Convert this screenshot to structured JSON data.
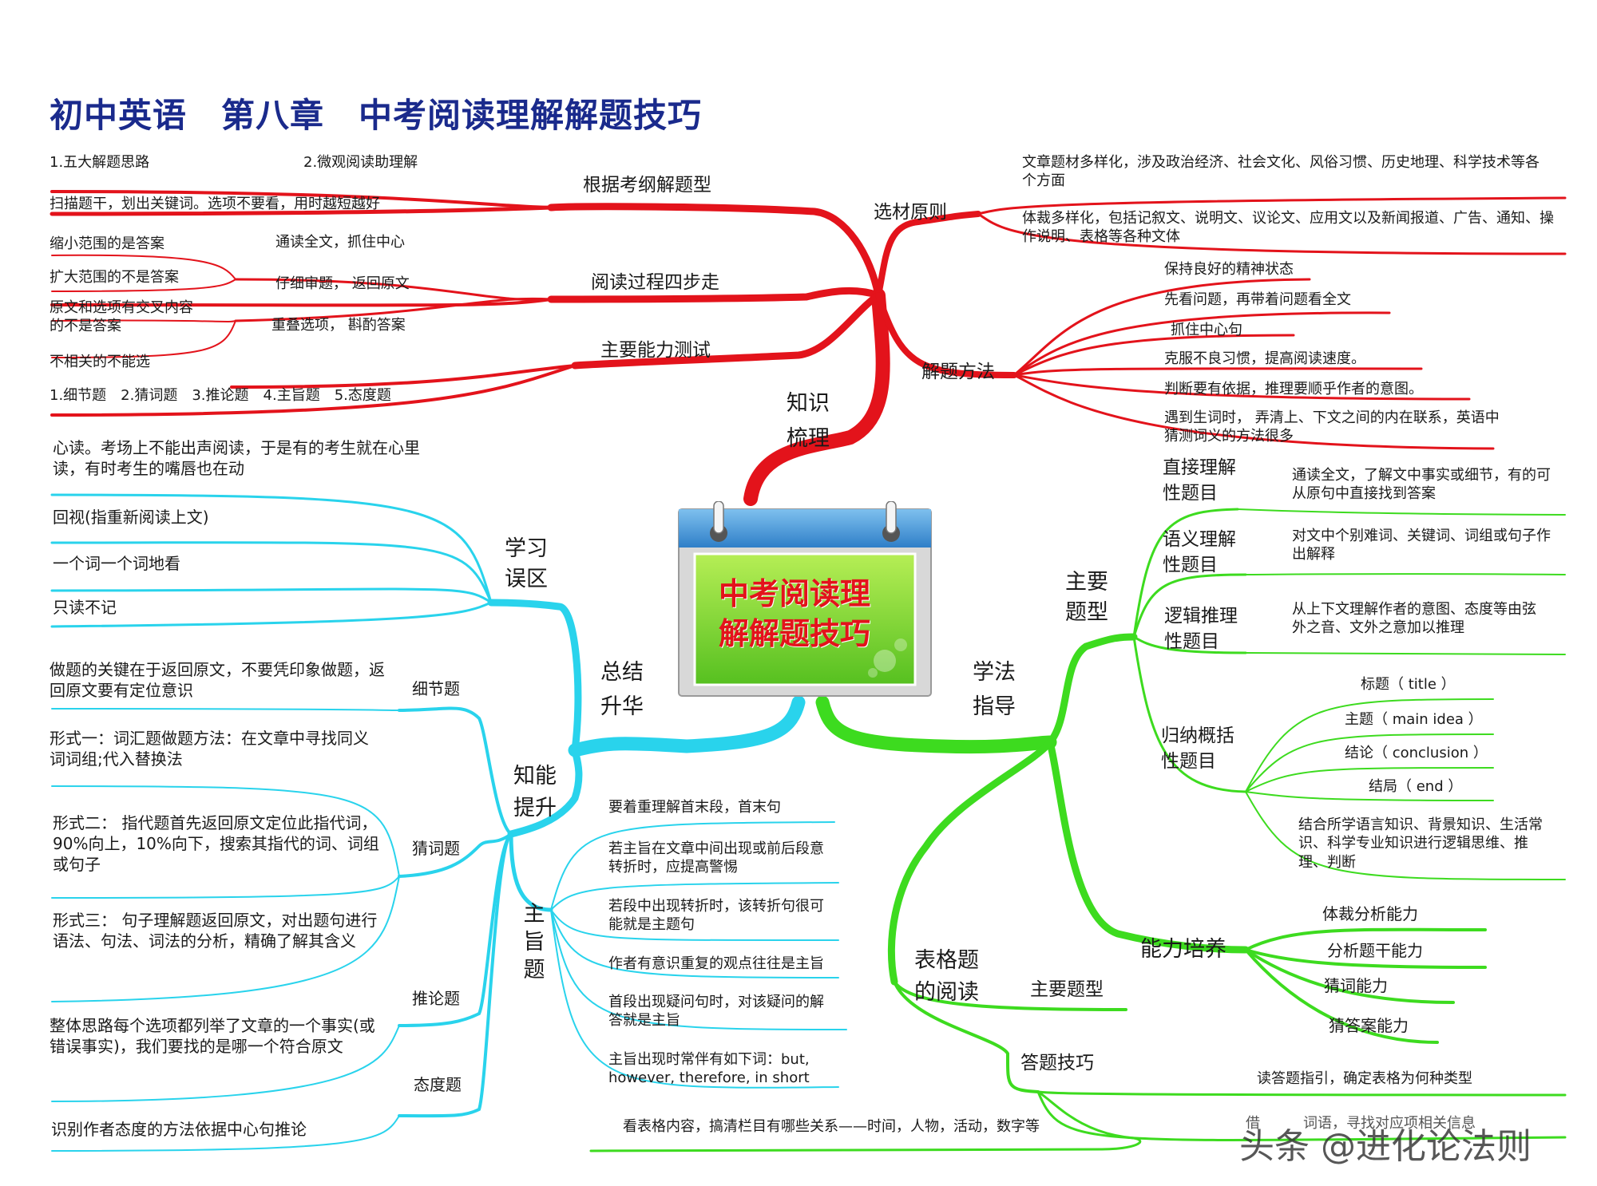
{
  "title": "初中英语　第八章　中考阅读理解解题技巧",
  "center": {
    "line1": "中考阅读理",
    "line2": "解解题技巧"
  },
  "colors": {
    "red": "#e3131b",
    "cyan": "#29d3ec",
    "green": "#3ddb1f",
    "title": "#1a2a8c",
    "calendar_title": "#e3131b"
  },
  "zhishi": {
    "label": "知识梳理",
    "label_l1": "知识",
    "label_l2": "梳理",
    "kaogang": {
      "label": "根据考纲解题型",
      "item1": "1.五大解题思路",
      "item2": "2.微观阅读助理解",
      "item3": "扫描题干，划出关键词。选项不要看，用时越短越好"
    },
    "sibu": {
      "label": "阅读过程四步走",
      "steps": [
        "通读全文，抓住中心",
        "仔细审题， 返回原文",
        "重叠选项， 斟酌答案"
      ],
      "subs": [
        "缩小范围的是答案",
        "扩大范围的不是答案",
        "原文和选项有交叉内容的不是答案",
        "不相关的不能选"
      ]
    },
    "nengli": {
      "label": "主要能力测试",
      "items": "1.细节题　2.猜词题　3.推论题　4.主旨题　5.态度题"
    },
    "xuancai": {
      "label": "选材原则",
      "items": [
        "文章题材多样化，涉及政治经济、社会文化、风俗习惯、历史地理、科学技术等各个方面",
        "体裁多样化，包括记叙文、说明文、议论文、应用文以及新闻报道、广告、通知、操作说明、表格等各种文体"
      ]
    },
    "fangfa": {
      "label": "解题方法",
      "items": [
        "保持良好的精神状态",
        "先看问题，再带着问题看全文",
        "抓住中心句",
        "克服不良习惯，提高阅读速度。",
        "判断要有依据，推理要顺乎作者的意图。",
        "遇到生词时， 弄清上、下文之间的内在联系，英语中猜测词义的方法很多"
      ]
    }
  },
  "zongjie": {
    "label_l1": "总结",
    "label_l2": "升华",
    "wuqu": {
      "label_l1": "学习",
      "label_l2": "误区",
      "items": [
        "心读。考场上不能出声阅读，于是有的考生就在心里读，有时考生的嘴唇也在动",
        "回视(指重新阅读上文)",
        "一个词一个词地看",
        "只读不记"
      ]
    },
    "tisheng": {
      "label_l1": "知能",
      "label_l2": "提升",
      "xijie": {
        "label": "细节题",
        "text": "做题的关键在于返回原文，不要凭印象做题，返回原文要有定位意识"
      },
      "caici": {
        "label": "猜词题",
        "items": [
          "形式一：词汇题做题方法：在文章中寻找同义词词组;代入替换法",
          "形式二： 指代题首先返回原文定位此指代词，90%向上，10%向下，搜索其指代的词、词组或句子",
          "形式三： 句子理解题返回原文，对出题句进行语法、句法、词法的分析，精确了解其含义"
        ]
      },
      "tuilun": {
        "label": "推论题",
        "text": "整体思路每个选项都列举了文章的一个事实(或错误事实)，我们要找的是哪一个符合原文"
      },
      "taidu": {
        "label": "态度题",
        "text": "识别作者态度的方法依据中心句推论"
      },
      "zhuzhi": {
        "label": "主旨题",
        "items": [
          "要着重理解首末段，首末句",
          "若主旨在文章中间出现或前后段意转折时，应提高警惕",
          "若段中出现转折时，该转折句很可能就是主题句",
          "作者有意识重复的观点往往是主旨",
          "首段出现疑问句时，对该疑问的解答就是主旨",
          "主旨出现时常伴有如下词：but, however, therefore, in short"
        ]
      }
    }
  },
  "xuefa": {
    "label_l1": "学法",
    "label_l2": "指导",
    "tixing": {
      "label_l1": "主要",
      "label_l2": "题型",
      "zhijie": {
        "label_l1": "直接理解",
        "label_l2": "性题目",
        "text": "通读全文，了解文中事实或细节，有的可从原句中直接找到答案"
      },
      "yuyi": {
        "label_l1": "语义理解",
        "label_l2": "性题目",
        "text": "对文中个别难词、关键词、词组或句子作出解释"
      },
      "luoji": {
        "label_l1": "逻辑推理",
        "label_l2": "性题目",
        "text": "从上下文理解作者的意图、态度等由弦外之音、文外之意加以推理"
      },
      "guina": {
        "label_l1": "归纳概括",
        "label_l2": "性题目",
        "items": [
          "标题（ title ）",
          "主题（ main idea ）",
          "结论（ conclusion ）",
          "结局（ end ）"
        ],
        "text": "结合所学语言知识、背景知识、生活常识、科学专业知识进行逻辑思维、推理、判断"
      }
    },
    "peiyang": {
      "label": "能力培养",
      "items": [
        "体裁分析能力",
        "分析题干能力",
        "猜词能力",
        "猜答案能力"
      ]
    },
    "biaoge": {
      "label_l1": "表格题",
      "label_l2": "的阅读",
      "tixing_label": "主要题型",
      "jiqiao": {
        "label": "答题技巧",
        "items": [
          "读答题指引，确定表格为何种类型",
          "看表格内容，搞清栏目有哪些关系——时间，人物，活动，数字等",
          "借　　　词语，寻找对应项相关信息"
        ]
      }
    }
  },
  "watermark": "头条 @进化论法则"
}
